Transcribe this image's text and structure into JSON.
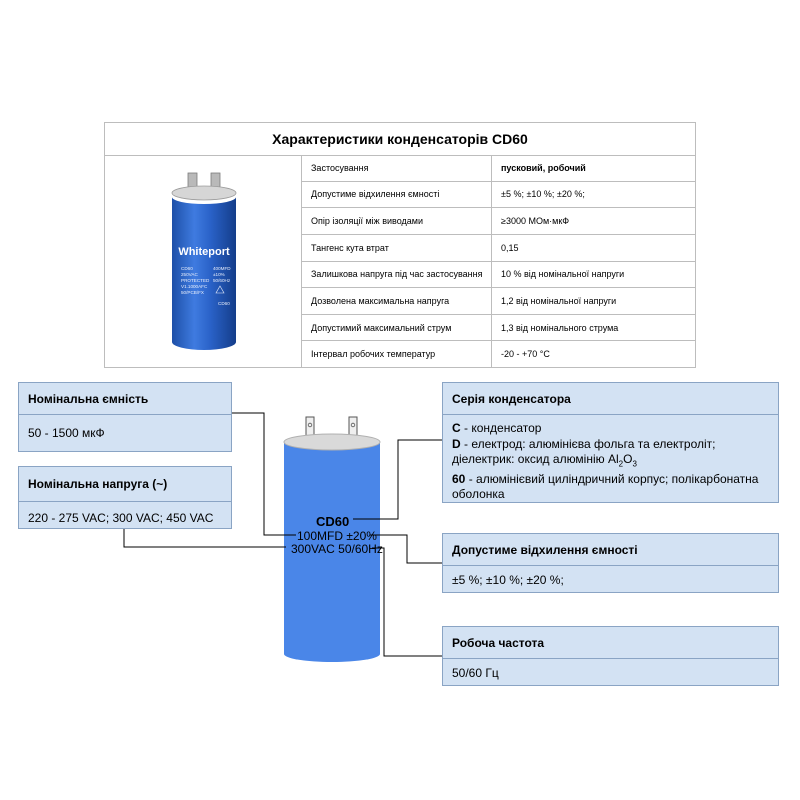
{
  "table": {
    "title": "Характеристики конденсаторів CD60",
    "photo": {
      "brand": "Whiteport",
      "print_left": [
        "CD60",
        "250VAC",
        "PROTECTED",
        "V1.1000AFC",
        "50/PCB/FX"
      ],
      "print_right": [
        "400MFD",
        "±10%",
        "50/60Hz"
      ],
      "print_bottom": "CD60"
    },
    "rows": [
      {
        "name": "Застосування",
        "value": "пусковий, робочий"
      },
      {
        "name": "Допустиме відхилення ємності",
        "value": "±5 %; ±10 %; ±20 %;"
      },
      {
        "name": "Опір ізоляції між виводами",
        "value": "≥3000 МОм·мкФ"
      },
      {
        "name": "Тангенс кута втрат",
        "value": "0,15"
      },
      {
        "name": "Залишкова напруга під час застосування",
        "value": "10 % від номінальної напруги"
      },
      {
        "name": "Дозволена максимальна напруга",
        "value": "1,2 від номінальної напруги"
      },
      {
        "name": "Допустимий максимальний струм",
        "value": "1,3 від номінального струма"
      },
      {
        "name": "Інтервал робочих температур",
        "value": "-20 - +70 °C"
      }
    ]
  },
  "callouts": {
    "capacitance": {
      "title": "Номінальна ємність",
      "text": "50 - 1500 мкФ"
    },
    "voltage": {
      "title": "Номінальна напруга (~)",
      "text": "220 - 275 VAC; 300 VAC; 450 VAC"
    },
    "series": {
      "title": "Серія конденсатора",
      "c_key": "C",
      "c_text": " - конденсатор",
      "d_key": "D",
      "d_text": " - електрод: алюмінієва фольга та електроліт;",
      "dielectric_text": "діелектрик: оксид алюмінію Al",
      "sub2": "2",
      "o_text": "O",
      "sub3": "3",
      "n_key": "60",
      "n_text": " - алюмінієвий циліндричний корпус; полікарбонатна",
      "n_text2": "оболонка"
    },
    "tolerance": {
      "title": "Допустиме відхилення ємності",
      "text": "±5 %; ±10 %; ±20 %;"
    },
    "frequency": {
      "title": "Робоча частота",
      "text": "50/60 Гц"
    }
  },
  "capacitor": {
    "model": "CD60",
    "rating1": "100MFD ±20%",
    "rating2": "300VAC 50/60Hz"
  },
  "colors": {
    "box_fill": "#d3e2f3",
    "box_border": "#8aa4c4",
    "capacitor_body": "#4a86e8",
    "capacitor_top": "#d9d9d9"
  }
}
